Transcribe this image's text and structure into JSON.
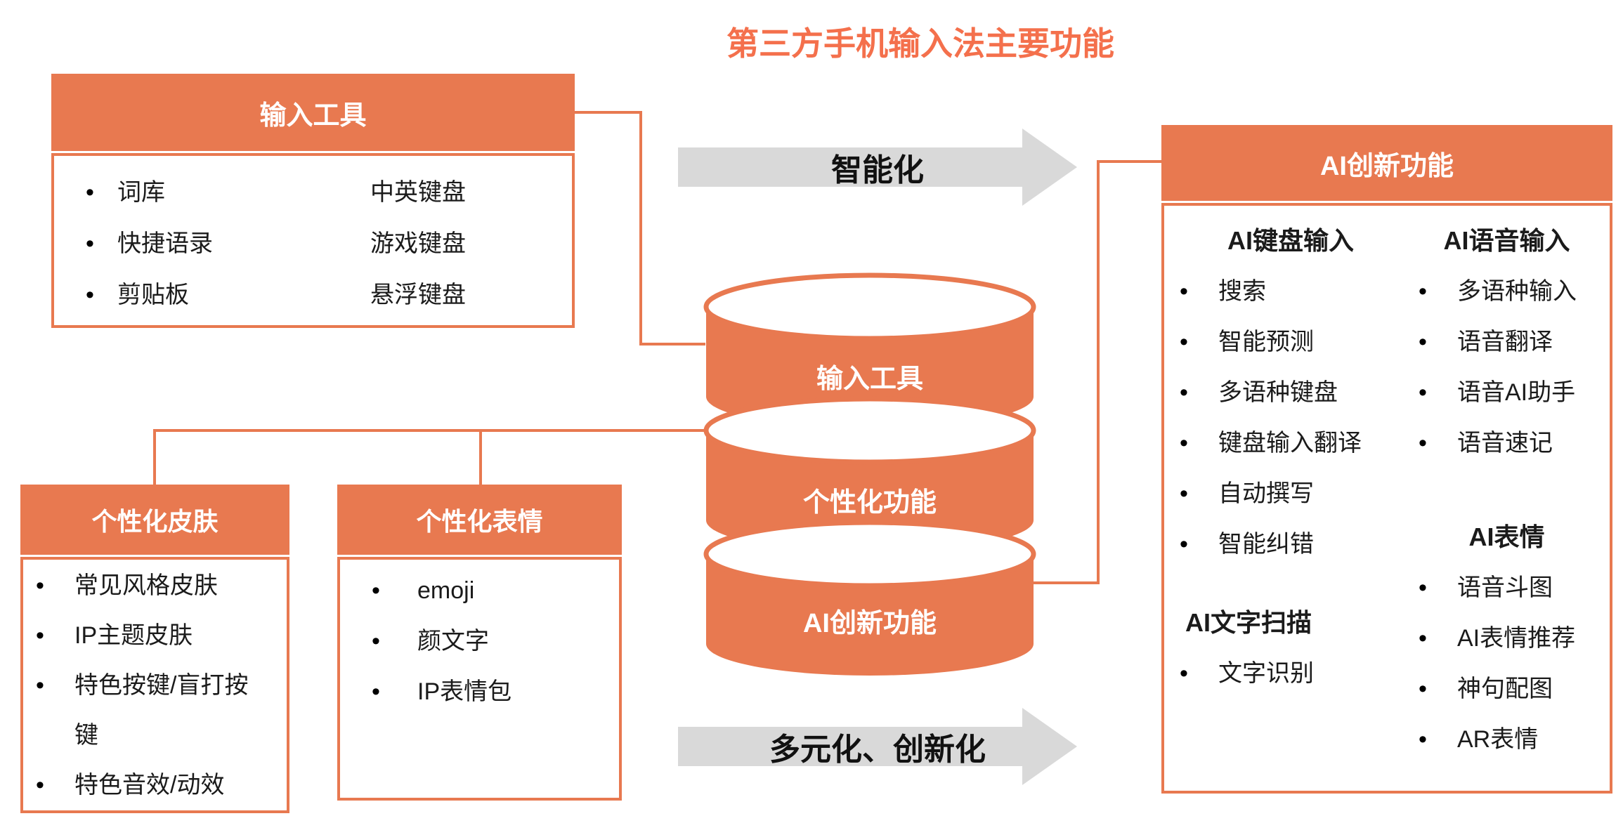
{
  "title": "第三方手机输入法主要功能",
  "bullet": "•",
  "colors": {
    "accent": "#E87950",
    "title": "#F4704C",
    "arrow_gray": "#D9D9D9",
    "text": "#1B1B1B"
  },
  "arrows": {
    "top": "智能化",
    "bottom": "多元化、创新化"
  },
  "input_tools": {
    "title": "输入工具",
    "rows": [
      {
        "left": "词库",
        "right": "中英键盘"
      },
      {
        "left": "快捷语录",
        "right": "游戏键盘"
      },
      {
        "left": "剪贴板",
        "right": "悬浮键盘"
      }
    ]
  },
  "skins": {
    "title": "个性化皮肤",
    "items": [
      "常见风格皮肤",
      "IP主题皮肤",
      "特色按键/盲打按键",
      "特色音效/动效"
    ]
  },
  "emotes": {
    "title": "个性化表情",
    "items": [
      "emoji",
      "颜文字",
      "IP表情包"
    ]
  },
  "cylinder": {
    "layers": [
      "输入工具",
      "个性化功能",
      "AI创新功能"
    ]
  },
  "ai": {
    "title": "AI创新功能",
    "col_left": {
      "header1": "AI键盘输入",
      "items1": [
        "搜索",
        "智能预测",
        "多语种键盘",
        "键盘输入翻译",
        "自动撰写",
        "智能纠错"
      ],
      "header2": "AI文字扫描",
      "items2": [
        "文字识别"
      ]
    },
    "col_right": {
      "header1": "AI语音输入",
      "items1": [
        "多语种输入",
        "语音翻译",
        "语音AI助手",
        "语音速记"
      ],
      "header2": "AI表情",
      "items2": [
        "语音斗图",
        "AI表情推荐",
        "神句配图",
        "AR表情"
      ]
    }
  }
}
